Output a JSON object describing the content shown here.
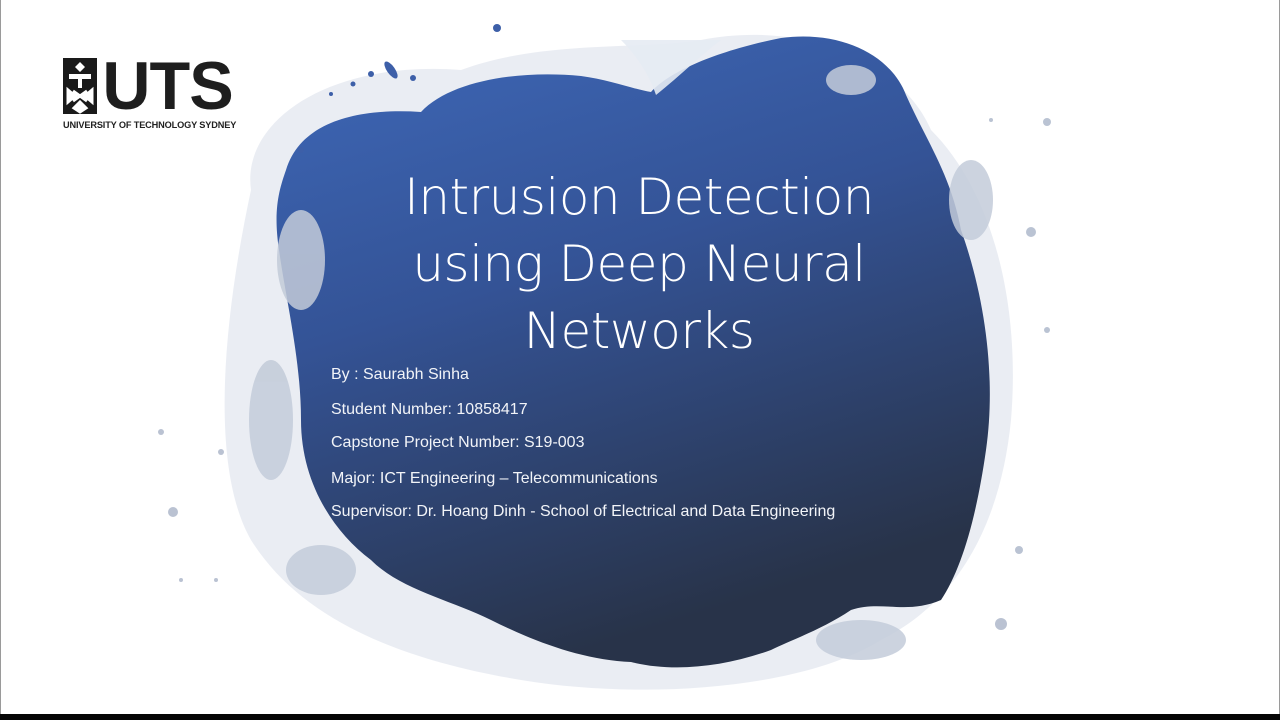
{
  "slide": {
    "logo": {
      "wordmark": "UTS",
      "subtitle": "UNIVERSITY OF TECHNOLOGY SYDNEY"
    },
    "title_lines": [
      "Intrusion Detection",
      "using Deep Neural",
      "Networks"
    ],
    "details": {
      "author": "By : Saurabh Sinha",
      "student_number": "Student Number: 10858417",
      "project_number": "Capstone Project Number: S19-003",
      "major": "Major: ICT Engineering – Telecommunications",
      "supervisor": "Supervisor: Dr. Hoang Dinh - School of Electrical and Data Engineering"
    },
    "colors": {
      "blob_top": "#3f67b4",
      "blob_bottom": "#2a3652",
      "text": "#ffffff",
      "background": "#ffffff"
    }
  }
}
